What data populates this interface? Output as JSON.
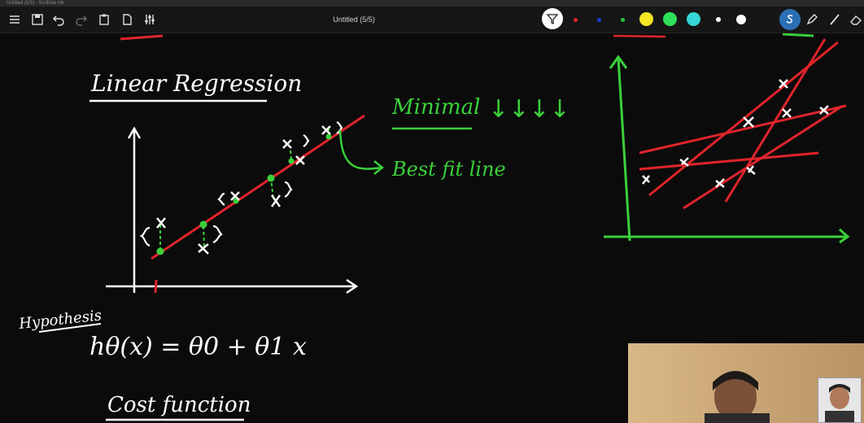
{
  "window": {
    "topstrip_text": "Untitled (5/5) - Scribble Ink",
    "doc_title": "Untitled (5/5)"
  },
  "toolbar": {
    "icons": [
      "menu-icon",
      "save-icon",
      "undo-icon",
      "redo-icon",
      "clipboard-icon",
      "page-icon",
      "sliders-icon"
    ],
    "right_icons": [
      "filter-icon",
      "pen-s-icon",
      "highlighter-icon",
      "line-icon",
      "eraser-icon"
    ],
    "colors": [
      "#e0242b",
      "#1f3fd6",
      "#2bc43a",
      "#f2e625",
      "#2fe05a",
      "#35d6d6",
      "#ffffff",
      "#ffffff"
    ]
  },
  "board": {
    "linear_regression_title": "Linear Regression",
    "minimal_label": "Minimal",
    "arrows_label": "↓↓↓↓",
    "best_fit_label": "Best fit line",
    "hypothesis_label": "Hypothesis",
    "hypothesis_formula": "hθ(x) = θ0 + θ1 x",
    "cost_function_label": "Cost function"
  },
  "colors": {
    "ink_white": "#ffffff",
    "ink_red": "#e0242b",
    "ink_green": "#3ad13a",
    "background": "#0b0b0b"
  }
}
